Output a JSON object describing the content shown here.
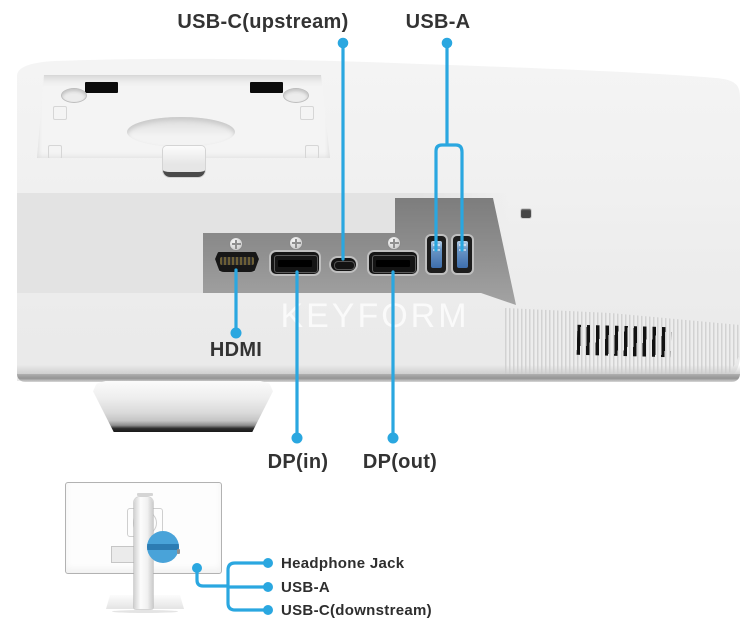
{
  "colors": {
    "callout_blue": "#2aa7e0",
    "usb_port_blue": "#4a7cb8",
    "port_panel_gray": "#8d8d8d"
  },
  "watermark": "KEYFORM",
  "rear_port_labels": {
    "usb_c_upstream": "USB-C(upstream)",
    "usb_a": "USB-A",
    "hdmi": "HDMI",
    "dp_in": "DP(in)",
    "dp_out": "DP(out)"
  },
  "side_port_labels": {
    "headphone_jack": "Headphone Jack",
    "usb_a": "USB-A",
    "usb_c_downstream": "USB-C(downstream)"
  }
}
